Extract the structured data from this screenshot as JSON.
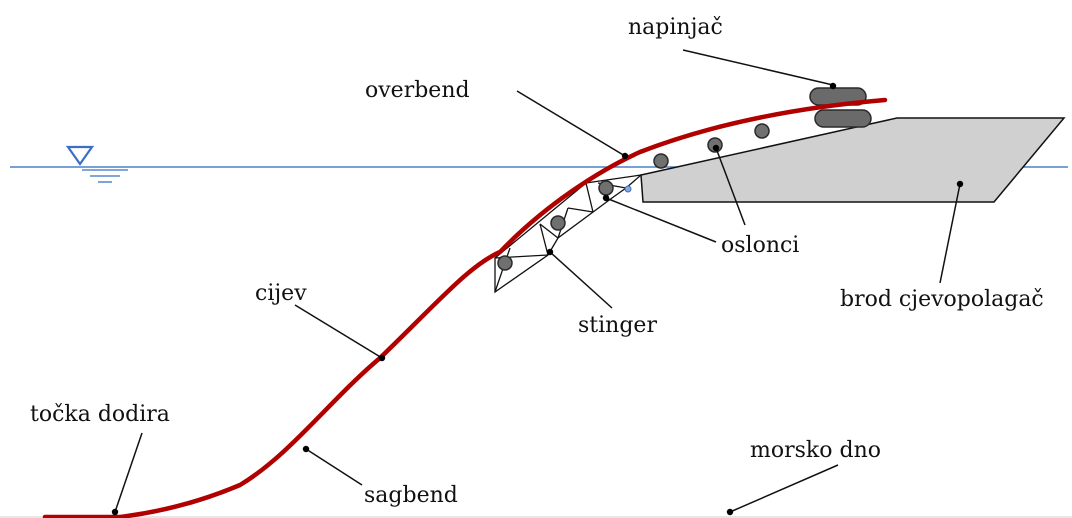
{
  "labels": {
    "tensioner": "napinjač",
    "overbend": "overbend",
    "supports": "oslonci",
    "stinger": "stinger",
    "pipe": "cijev",
    "vessel": "brod cjevopolagač",
    "touchdown": "točka dodira",
    "sagbend": "sagbend",
    "seabed": "morsko dno"
  },
  "colors": {
    "pipe": "#b00000",
    "water": "#4a80c8",
    "vessel_fill": "#d0d0d0",
    "roller": "#707070",
    "outline": "#111111"
  },
  "icons": {
    "water_level": "water-level-triangle-icon"
  }
}
